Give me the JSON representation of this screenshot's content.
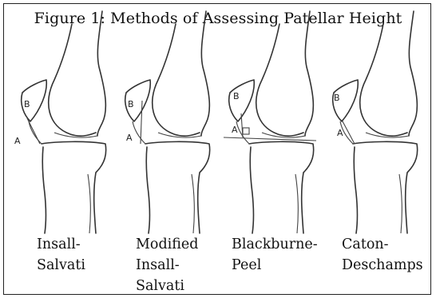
{
  "figure": {
    "title": "Figure 1: Methods of Assessing Patellar Height",
    "panels": [
      {
        "letters": [
          "B",
          "A"
        ],
        "caption_lines": [
          "Insall-",
          "Salvati"
        ]
      },
      {
        "letters": [
          "B",
          "A"
        ],
        "caption_lines": [
          "Modified",
          "Insall-",
          "Salvati"
        ]
      },
      {
        "letters": [
          "B",
          "A"
        ],
        "caption_lines": [
          "Blackburne-",
          "Peel"
        ]
      },
      {
        "letters": [
          "B",
          "A"
        ],
        "caption_lines": [
          "Caton-",
          "Deschamps"
        ]
      }
    ]
  }
}
